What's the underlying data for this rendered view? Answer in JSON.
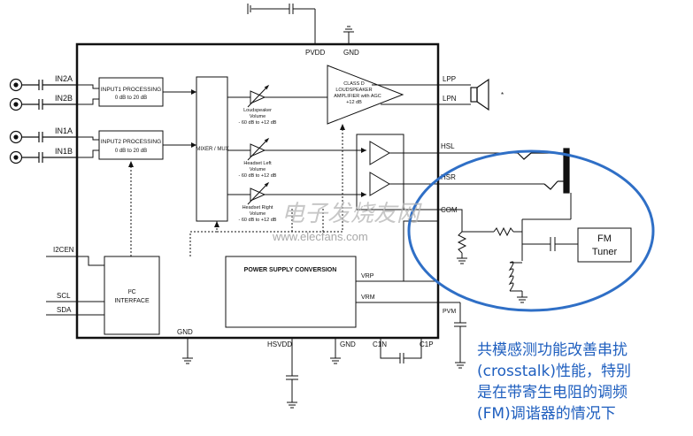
{
  "pins": {
    "in2a": "IN2A",
    "in2b": "IN2B",
    "in1a": "IN1A",
    "in1b": "IN1B",
    "i2cen": "I2CEN",
    "scl": "SCL",
    "sda": "SDA",
    "pvdd": "PVDD",
    "gnd_top": "GND",
    "lpp": "LPP",
    "lpn": "LPN",
    "hsl": "HSL",
    "hsr": "HSR",
    "com": "COM",
    "vrp": "VRP",
    "vrm": "VRM",
    "pvm": "PVM",
    "gnd_bottom_left": "GND",
    "hsvdd": "HSVDD",
    "gnd_bottom_right": "GND",
    "c1n": "C1N",
    "c1p": "C1P"
  },
  "blocks": {
    "input1_title": "INPUT1 PROCESSING",
    "input1_range": "0 dB to 20 dB",
    "input2_title": "INPUT2 PROCESSING",
    "input2_range": "0 dB to 20 dB",
    "mixer": "MIXER / MUX",
    "amp_line1": "CLASS D",
    "amp_line2": "LOUDSPEAKER",
    "amp_line3": "AMPLIFIER with AGC",
    "amp_line4": "+12 dB",
    "spk_vol_line1": "Loudspeaker",
    "spk_vol_line2": "Volume",
    "spk_vol_line3": "- 60 dB to +12 dB",
    "hpl_vol_line1": "Headset Left",
    "hpl_vol_line2": "Volume",
    "hpl_vol_line3": "- 60 dB to +12 dB",
    "hpr_vol_line1": "Headset Right",
    "hpr_vol_line2": "Volume",
    "hpr_vol_line3": "- 60 dB to +12 dB",
    "i2c_line1": "I²C",
    "i2c_line2": "INTERFACE",
    "power": "POWER SUPPLY CONVERSION",
    "fm_line1": "FM",
    "fm_line2": "Tuner"
  },
  "watermark": {
    "cn": "电子发烧友网",
    "url": "www.elecfans.com"
  },
  "annotation": [
    "共模感测功能改善串扰",
    "(crosstalk)性能，特别",
    "是在带寄生电阻的调频",
    "(FM)调谐器的情况下"
  ],
  "colors": {
    "ink": "#111111",
    "callout": "#1f5fbf",
    "watermark": "#b5b5b5"
  }
}
